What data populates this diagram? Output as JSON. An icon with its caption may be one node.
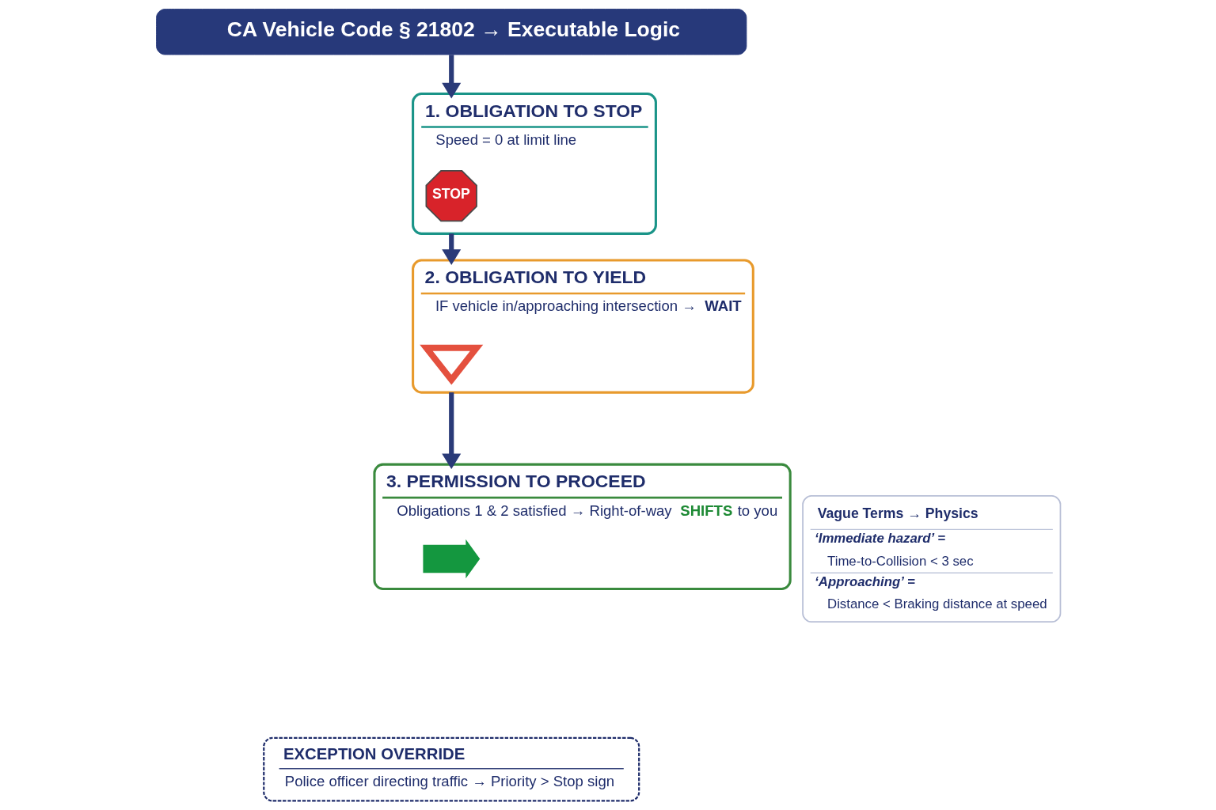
{
  "diagram": {
    "nodes": [
      {
        "text": [
          "CA Vehicle Code § 21802 → Executable Logic"
        ]
      },
      {
        "text": [
          "1. OBLIGATION TO STOP",
          "Speed = 0 at limit line"
        ]
      },
      {
        "text": [
          "STOP"
        ],
        "in": 1
      },
      {
        "text": [
          "2. OBLIGATION TO YIELD",
          "IF vehicle in/approaching intersection → **WAIT**"
        ]
      },
      {
        "text": [],
        "shape": "triangle",
        "in": 3
      },
      {
        "text": [
          "3. PERMISSION TO PROCEED",
          "Obligations 1 & 2 satisfied → Right-of-way **SHIFTS** to you"
        ]
      },
      {
        "text": [],
        "shape": "arrow",
        "in": 5
      },
      {
        "text": [
          "EXCEPTION OVERRIDE",
          "Police officer directing traffic → Priority > Stop sign"
        ]
      },
      {
        "text": [
          "Vague Terms → Physics",
          "‘Immediate hazard’ =",
          "Time-to-Collision < 3 sec",
          "‘Approaching’ =",
          "Distance < Braking distance at speed"
        ]
      }
    ],
    "edges": [
      {
        "from": 0,
        "to": 1,
        "arrow": "to"
      },
      {
        "from": 1,
        "to": 3,
        "arrow": "to"
      },
      {
        "from": 3,
        "to": 5,
        "arrow": "to"
      }
    ]
  }
}
